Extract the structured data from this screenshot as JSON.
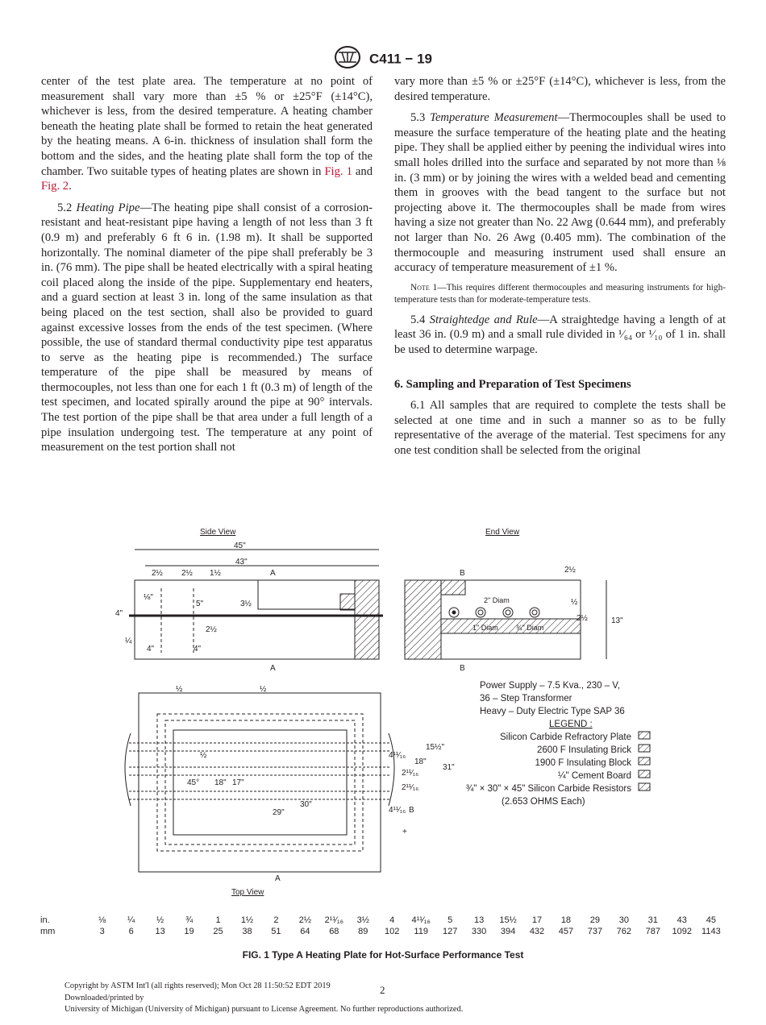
{
  "header": {
    "designation": "C411 − 19"
  },
  "left_column": {
    "p1": "center of the test plate area. The temperature at no point of measurement shall vary more than ±5 % or ±25°F (±14°C), whichever is less, from the desired temperature. A heating chamber beneath the heating plate shall be formed to retain the heat generated by the heating means. A 6-in. thickness of insulation shall form the bottom and the sides, and the heating plate shall form the top of the chamber. Two suitable types of heating plates are shown in",
    "p1_link1": "Fig. 1",
    "p1_and": " and ",
    "p1_link2": "Fig. 2",
    "p1_end": ".",
    "p2_num": "5.2 ",
    "p2_title": "Heating Pipe",
    "p2_body": "—The heating pipe shall consist of a corrosion-resistant and heat-resistant pipe having a length of not less than 3 ft (0.9 m) and preferably 6 ft 6 in. (1.98 m). It shall be supported horizontally. The nominal diameter of the pipe shall preferably be 3 in. (76 mm). The pipe shall be heated electrically with a spiral heating coil placed along the inside of the pipe. Supplementary end heaters, and a guard section at least 3 in. long of the same insulation as that being placed on the test section, shall also be provided to guard against excessive losses from the ends of the test specimen. (Where possible, the use of standard thermal conductivity pipe test apparatus to serve as the heating pipe is recommended.) The surface temperature of the pipe shall be measured by means of thermocouples, not less than one for each 1 ft (0.3 m) of length of the test specimen, and located spirally around the pipe at 90° intervals. The test portion of the pipe shall be that area under a full length of a pipe insulation undergoing test. The temperature at any point of measurement on the test portion shall not"
  },
  "right_column": {
    "p1": "vary more than ±5 % or ±25°F (±14°C), whichever is less, from the desired temperature.",
    "p2_num": "5.3 ",
    "p2_title": "Temperature Measurement",
    "p2_body": "—Thermocouples shall be used to measure the surface temperature of the heating plate and the heating pipe. They shall be applied either by peening the individual wires into small holes drilled into the surface and separated by not more than ⅛ in. (3 mm) or by joining the wires with a welded bead and cementing them in grooves with the bead tangent to the surface but not projecting above it. The thermocouples shall be made from wires having a size not greater than No. 22 Awg (0.644 mm), and preferably not larger than No. 26 Awg (0.405 mm). The combination of the thermocouple and measuring instrument used shall ensure an accuracy of temperature measurement of ±1 %.",
    "note_label": "Note 1",
    "note_body": "—This requires different thermocouples and measuring instruments for high-temperature tests than for moderate-temperature tests.",
    "p3_num": "5.4 ",
    "p3_title": "Straightedge and Rule",
    "p3_body": "—A straightedge having a length of at least 36 in. (0.9 m) and a small rule divided in ¹⁄₆₄ or ¹⁄₁₀ of 1 in. shall be used to determine warpage.",
    "section_heading": "6. Sampling and Preparation of Test Specimens",
    "p4": "6.1 All samples that are required to complete the tests shall be selected at one time and in such a manner so as to be fully representative of the average of the material. Test specimens for any one test condition shall be selected from the original"
  },
  "figure": {
    "side_view": "Side View",
    "end_view": "End View",
    "top_view": "Top View",
    "dims": {
      "d45": "45\"",
      "d43": "43\"",
      "d2h": "2½",
      "d1h": "1½",
      "d5": "5\"",
      "d3h": "3½",
      "d4": "4\"",
      "d18": "⅛\"",
      "d14": "¼",
      "A": "A",
      "B": "B",
      "d2diam": "2\" Diam",
      "d1diam": "1\" Diam",
      "d34diam": "¾\" Diam",
      "d13": "13\"",
      "d12": "½",
      "d45deg": "45°",
      "d18in": "18\"",
      "d17": "17\"",
      "d29": "29\"",
      "d30": "30\"",
      "d31": "31\"",
      "d15h": "15½\"",
      "d4_11": "4¹¹⁄₁₆",
      "d2_11": "2¹¹⁄₁₆",
      "plus": "+"
    },
    "power_supply": [
      "Power Supply – 7.5 Kva., 230 – V,",
      "36 – Step Transformer",
      "Heavy – Duty Electric Type SAP 36"
    ],
    "legend_title": "LEGEND :",
    "legend": [
      "Silicon Carbide Refractory Plate",
      "2600 F Insulating Brick",
      "1900 F Insulating Block",
      "¼\" Cement Board",
      "¾\" × 30\" × 45\" Silicon Carbide Resistors",
      "(2.653 OHMS Each)"
    ]
  },
  "conversion_table": {
    "in_label": "in.",
    "mm_label": "mm",
    "inches": [
      "⅛",
      "¼",
      "½",
      "¾",
      "1",
      "1½",
      "2",
      "2½",
      "2¹¹⁄₁₆",
      "3½",
      "4",
      "4¹¹⁄₁₆",
      "5",
      "13",
      "15½",
      "17",
      "18",
      "29",
      "30",
      "31",
      "43",
      "45"
    ],
    "mm": [
      "3",
      "6",
      "13",
      "19",
      "25",
      "38",
      "51",
      "64",
      "68",
      "89",
      "102",
      "119",
      "127",
      "330",
      "394",
      "432",
      "457",
      "737",
      "762",
      "787",
      "1092",
      "1143"
    ]
  },
  "caption": "FIG. 1 Type A Heating Plate for Hot-Surface Performance Test",
  "footer": {
    "line1": "Copyright by ASTM Int'l (all rights reserved); Mon Oct 28 11:50:52 EDT 2019",
    "line2": "Downloaded/printed by",
    "line3": "University of Michigan (University of Michigan) pursuant to License Agreement. No further reproductions authorized."
  },
  "page_number": "2"
}
